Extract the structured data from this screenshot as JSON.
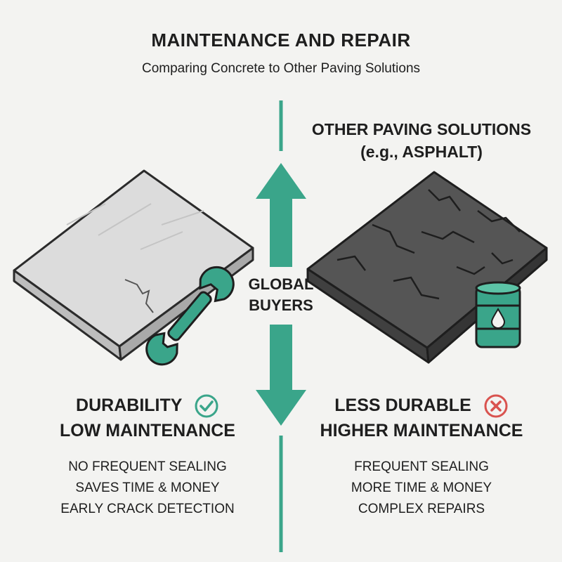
{
  "header": {
    "title": "MAINTENANCE AND REPAIR",
    "subtitle": "Comparing Concrete to Other Paving Solutions"
  },
  "center": {
    "label_line1": "GLOBAL",
    "label_line2": "BUYERS"
  },
  "left": {
    "title_line1": "DURABILITY",
    "title_line2": "LOW MAINTENANCE",
    "status_icon": "check-circle-icon",
    "items": [
      "NO FREQUENT SEALING",
      "SAVES TIME & MONEY",
      "EARLY CRACK DETECTION"
    ]
  },
  "right": {
    "heading_line1": "OTHER PAVING SOLUTIONS",
    "heading_line2": "(e.g., ASPHALT)",
    "title_line1": "LESS DURABLE",
    "title_line2": "HIGHER MAINTENANCE",
    "status_icon": "x-circle-icon",
    "items": [
      "FREQUENT SEALING",
      "MORE TIME & MONEY",
      "COMPLEX REPAIRS"
    ]
  },
  "colors": {
    "accent": "#3aa58a",
    "concrete": "#d9d9d9",
    "asphalt": "#555555",
    "check": "#3aa58a",
    "cross": "#d9534f"
  }
}
